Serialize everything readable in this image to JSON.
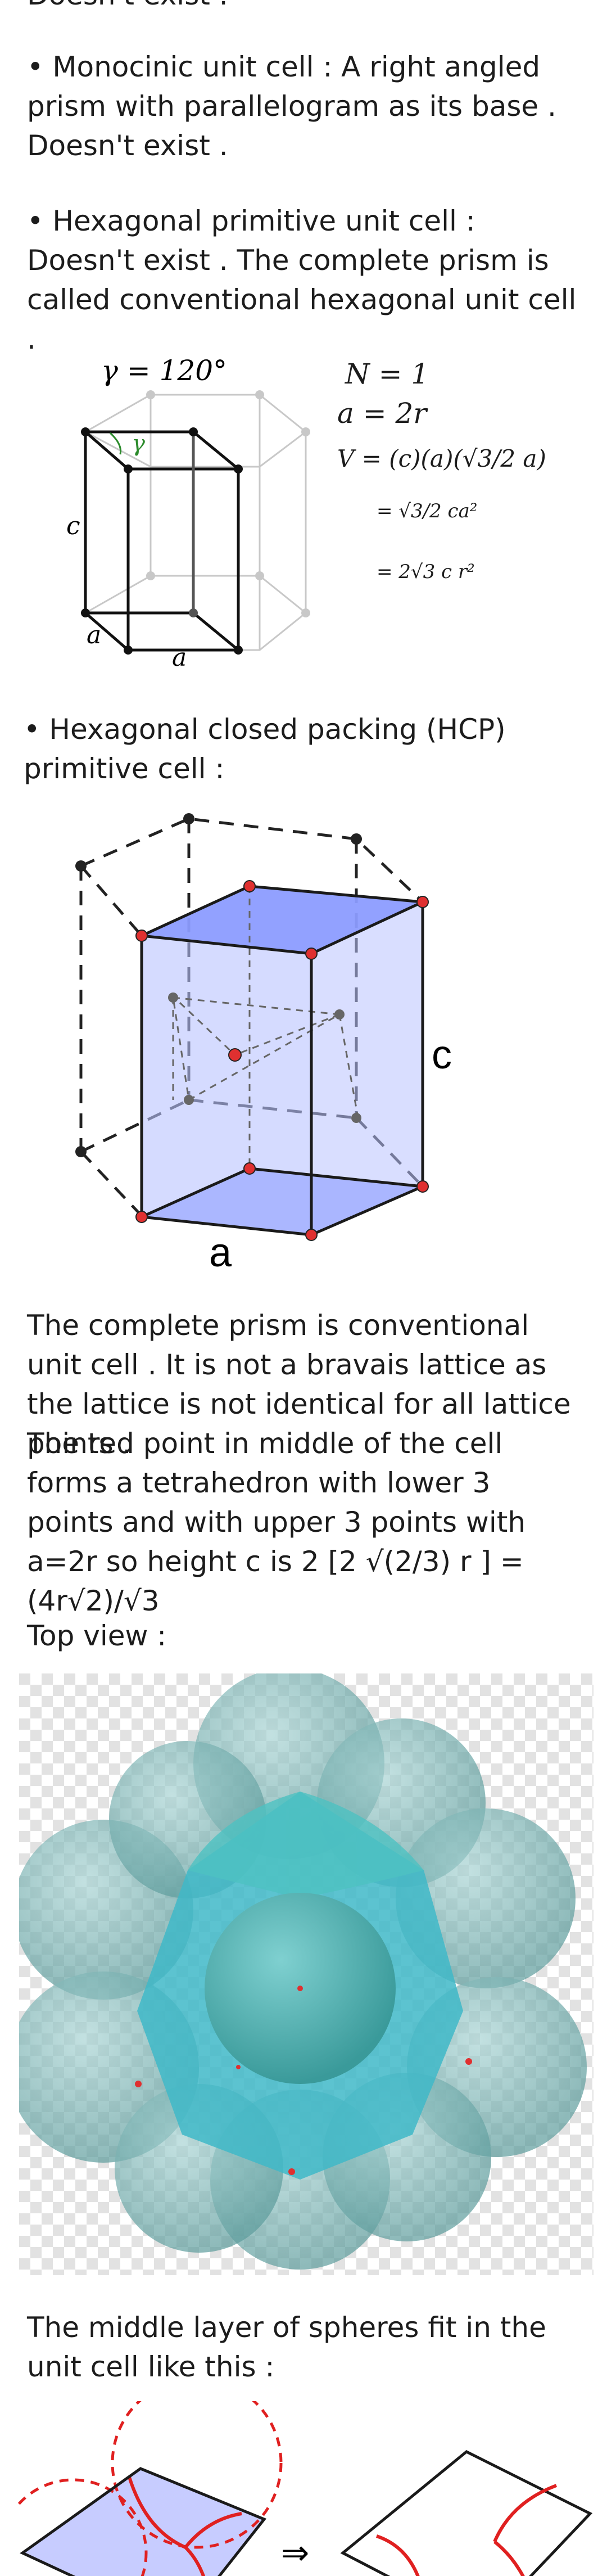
{
  "paragraphs": {
    "top_cut": "Doesn't exist .",
    "monoclinic": "• Monocinic unit cell : A right angled prism with parallelogram as its base . Doesn't exist .",
    "hex_primitive": "• Hexagonal primitive unit cell : Doesn't exist . The complete prism is called conventional hexagonal unit cell .",
    "hcp_heading": "• Hexagonal closed packing (HCP) primitive cell :",
    "conventional_1": "The complete prism is conventional unit cell . It is not a bravais lattice as the lattice is not identical for all lattice points .",
    "conventional_2": "The red point in middle of the cell forms a tetrahedron with lower 3 points and with upper 3 points with a=2r so height c is 2 [2 √(2/3) r ] = (4r√2)/√3",
    "top_view": "Top view :",
    "middle_layer": "The middle layer of spheres fit in the unit cell like this :"
  },
  "hex_figure": {
    "gamma_label": "γ = 120°",
    "gamma": "γ",
    "c": "c",
    "a_left": "a",
    "a_bottom": "a"
  },
  "handwritten": {
    "line1": "N = 1",
    "line2": "a = 2r",
    "line3": "V = (c)(a)(√3/2 a)",
    "line4": "= √3/2 ca²",
    "line5": "= 2√3 c r²"
  },
  "hcp_figure": {
    "c": "c",
    "a": "a"
  },
  "arrow": "⇒",
  "colors": {
    "text": "#1c1c1c",
    "cell_fill": "#b9c3ff",
    "cell_face": "#8c9cff",
    "red_point": "#e03030",
    "sphere": "#6fb3b3",
    "hexagon": "#3fb8c8"
  }
}
